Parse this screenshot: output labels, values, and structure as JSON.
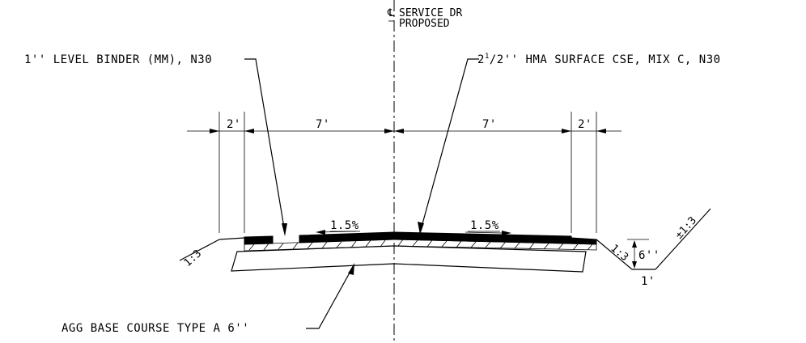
{
  "labels": {
    "cl_symbol": "℄",
    "cl_line1": "SERVICE DR",
    "cl_line2": "PROPOSED",
    "left_note": "1'' LEVEL BINDER (MM), N30",
    "right_note_pre": "2",
    "right_note_sup": "1",
    "right_note_frac": "/2",
    "right_note_post": "'' HMA SURFACE CSE, MIX C, N30",
    "base_note": "AGG BASE COURSE TYPE A 6''",
    "dim_left_shoulder": "2'",
    "dim_left_lane": "7'",
    "dim_right_lane": "7'",
    "dim_right_shoulder": "2'",
    "slope_left_lane": "1.5%",
    "slope_right_lane": "1.5%",
    "slope_left_fore": "1:3",
    "slope_right_fore": "1:3",
    "slope_back": "±1:3",
    "ditch_depth": "6''",
    "ditch_bottom": "1'"
  }
}
